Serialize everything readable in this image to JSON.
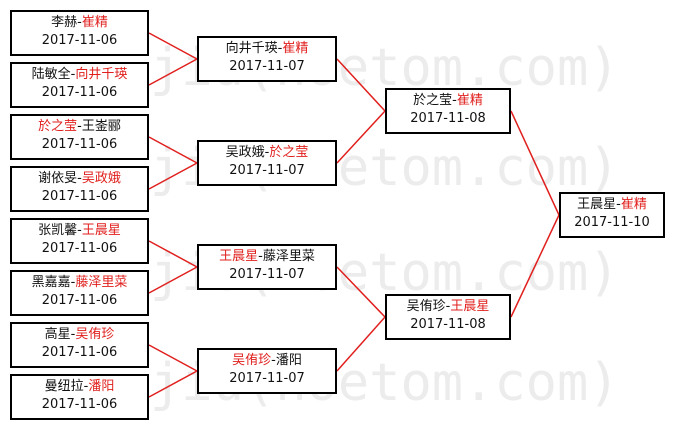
{
  "watermark": {
    "lines": [
      "jiu(hoetom.com)",
      "jiu(hoetom.com)",
      "jiu(hoetom.com)",
      "jiu(hoetom.com)"
    ]
  },
  "line_color": "#e0201e",
  "match_color": "#e0201e",
  "bracket": {
    "round1": [
      {
        "left": "李赫",
        "sep": "-",
        "right": "崔精",
        "winner": "right",
        "date": "2017-11-06"
      },
      {
        "left": "陆敏全",
        "sep": "-",
        "right": "向井千瑛",
        "winner": "right",
        "date": "2017-11-06"
      },
      {
        "left": "於之莹",
        "sep": "-",
        "right": "王崟郦",
        "winner": "left",
        "date": "2017-11-06"
      },
      {
        "left": "谢依旻",
        "sep": "-",
        "right": "吴政娥",
        "winner": "right",
        "date": "2017-11-06"
      },
      {
        "left": "张凯馨",
        "sep": "-",
        "right": "王晨星",
        "winner": "right",
        "date": "2017-11-06"
      },
      {
        "left": "黑嘉嘉",
        "sep": "-",
        "right": "藤泽里菜",
        "winner": "right",
        "date": "2017-11-06"
      },
      {
        "left": "高星",
        "sep": "-",
        "right": "吴侑珍",
        "winner": "right",
        "date": "2017-11-06"
      },
      {
        "left": "曼纽拉",
        "sep": "-",
        "right": "潘阳",
        "winner": "right",
        "date": "2017-11-06"
      }
    ],
    "round2": [
      {
        "left": "向井千瑛",
        "sep": "-",
        "right": "崔精",
        "winner": "right",
        "date": "2017-11-07"
      },
      {
        "left": "吴政娥",
        "sep": "-",
        "right": "於之莹",
        "winner": "right",
        "date": "2017-11-07"
      },
      {
        "left": "王晨星",
        "sep": "-",
        "right": "藤泽里菜",
        "winner": "left",
        "date": "2017-11-07"
      },
      {
        "left": "吴侑珍",
        "sep": "-",
        "right": "潘阳",
        "winner": "left",
        "date": "2017-11-07"
      }
    ],
    "round3": [
      {
        "left": "於之莹",
        "sep": "-",
        "right": "崔精",
        "winner": "right",
        "date": "2017-11-08"
      },
      {
        "left": "吴侑珍",
        "sep": "-",
        "right": "王晨星",
        "winner": "right",
        "date": "2017-11-08"
      }
    ],
    "final": [
      {
        "left": "王晨星",
        "sep": "-",
        "right": "崔精",
        "winner": "right",
        "date": "2017-11-10"
      }
    ]
  }
}
